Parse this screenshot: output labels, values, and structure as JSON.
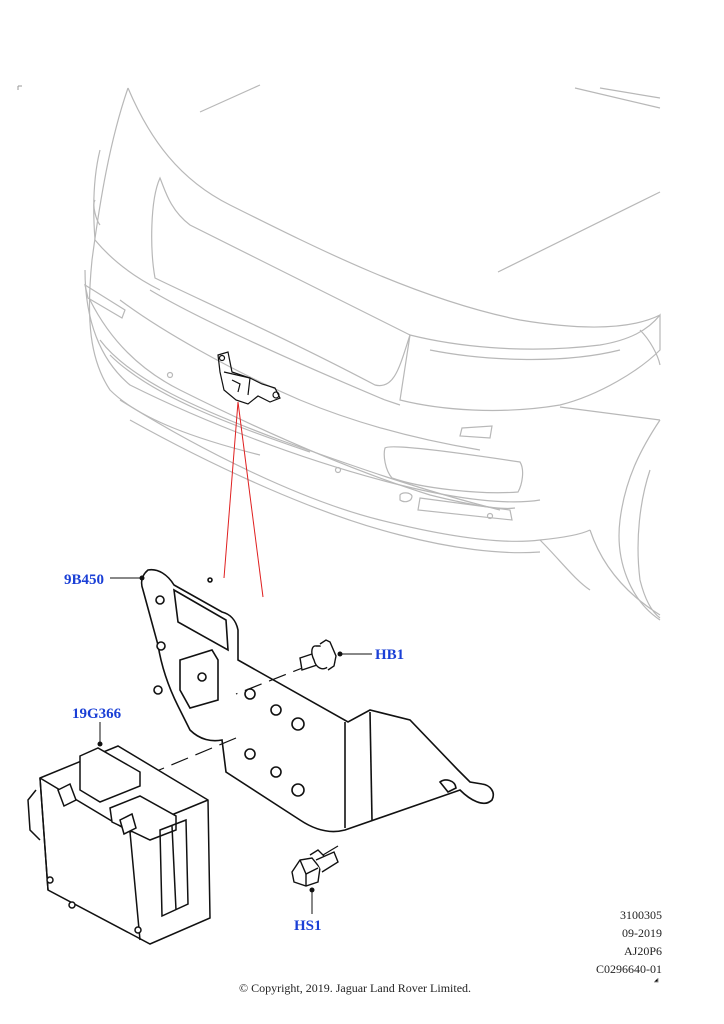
{
  "callouts": {
    "bracket": "9B450",
    "module": "19G366",
    "bolt_upper": "HB1",
    "bolt_lower": "HS1"
  },
  "drawing_info": {
    "ref_number": "3100305",
    "date": "09-2019",
    "code": "AJ20P6",
    "illustration_id": "C0296640-01"
  },
  "copyright": "© Copyright, 2019. Jaguar Land Rover Limited.",
  "colors": {
    "callout_text": "#1a3fd6",
    "leader_line": "#e02020",
    "vehicle_outline": "#b8b8b8",
    "part_outline": "#111111"
  }
}
